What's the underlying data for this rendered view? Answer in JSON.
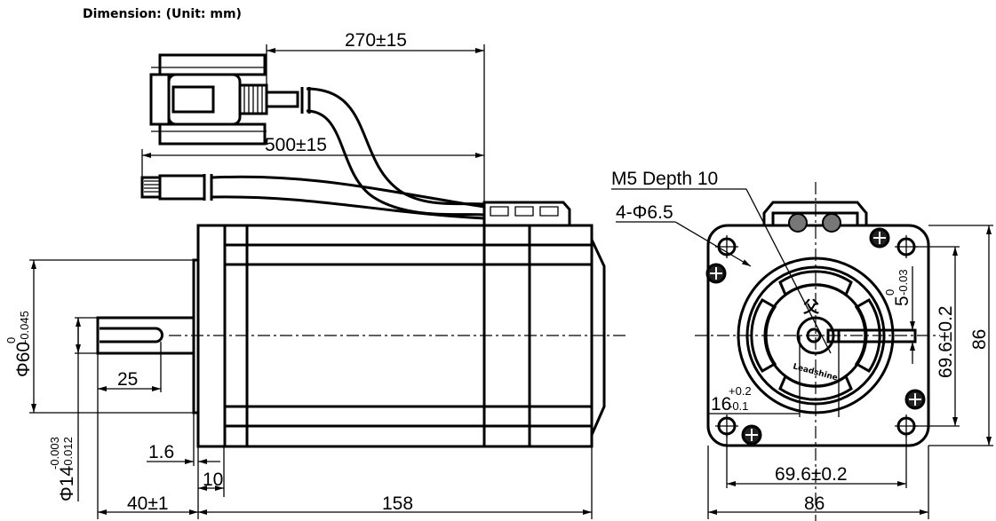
{
  "title": "Dimension: (Unit: mm)",
  "side_view": {
    "cable_encoder_length": "270±15",
    "cable_power_length": "500±15",
    "flange_pilot": {
      "base": "Φ60",
      "upper": "0",
      "lower": "-0.045"
    },
    "shaft_dia": {
      "base": "Φ14",
      "upper": "-0.003",
      "lower": "-0.012"
    },
    "key_length": "25",
    "pilot_height": "1.6",
    "flange_thickness": "10",
    "shaft_length": "40±1",
    "body_length": "158"
  },
  "front_view": {
    "tapped_hole": "M5 Depth 10",
    "mount_holes": "4-Φ6.5",
    "key_width": {
      "base": "5",
      "upper": "0",
      "lower": "-0.03"
    },
    "key_height": {
      "base": "16",
      "upper": "+0.2",
      "lower": "-0.1"
    },
    "hole_pitch_vertical": "69.6±0.2",
    "hole_pitch_horizontal": "69.6±0.2",
    "frame_height": "86",
    "frame_width": "86",
    "logo_text": "Leadshine"
  }
}
